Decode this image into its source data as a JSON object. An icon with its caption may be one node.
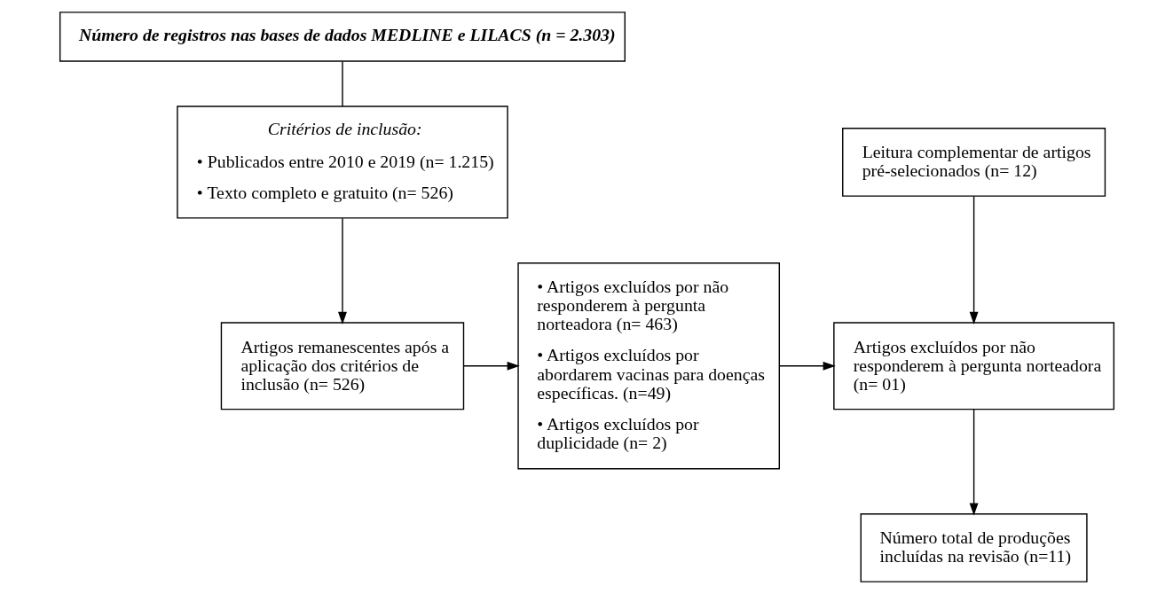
{
  "diagram": {
    "nodes": [
      {
        "text": [
          "Número de registros nas bases de dados MEDLINE e LILACS (n = 2.303)"
        ]
      },
      {
        "text": [
          "Critérios de inclusão:",
          "• Publicados entre 2010 e 2019 (n= 1.215)",
          "• Texto completo e gratuito (n= 526)"
        ]
      },
      {
        "text": [
          "Artigos remanescentes após a aplicação dos critérios de inclusão (n= 526)"
        ]
      },
      {
        "text": [
          "• Artigos excluídos por não responderem à pergunta norteadora (n= 463)",
          "• Artigos excluídos por abordarem vacinas para doenças específicas. (n=49)",
          "• Artigos excluídos por duplicidade (n= 2)"
        ]
      },
      {
        "text": [
          "Leitura complementar de artigos pré-selecionados (n= 12)"
        ]
      },
      {
        "text": [
          "Artigos excluídos por não responderem à pergunta norteadora (n= 01)"
        ]
      },
      {
        "text": [
          "Número total de produções incluídas na revisão (n=11)"
        ]
      }
    ],
    "edges": [
      {
        "from": 0,
        "to": 1,
        "arrow": "none"
      },
      {
        "from": 1,
        "to": 2,
        "arrow": "to"
      },
      {
        "from": 2,
        "to": 3,
        "arrow": "to"
      },
      {
        "from": 3,
        "to": 5,
        "arrow": "to"
      },
      {
        "from": 4,
        "to": 5,
        "arrow": "to"
      },
      {
        "from": 5,
        "to": 6,
        "arrow": "to"
      }
    ]
  }
}
